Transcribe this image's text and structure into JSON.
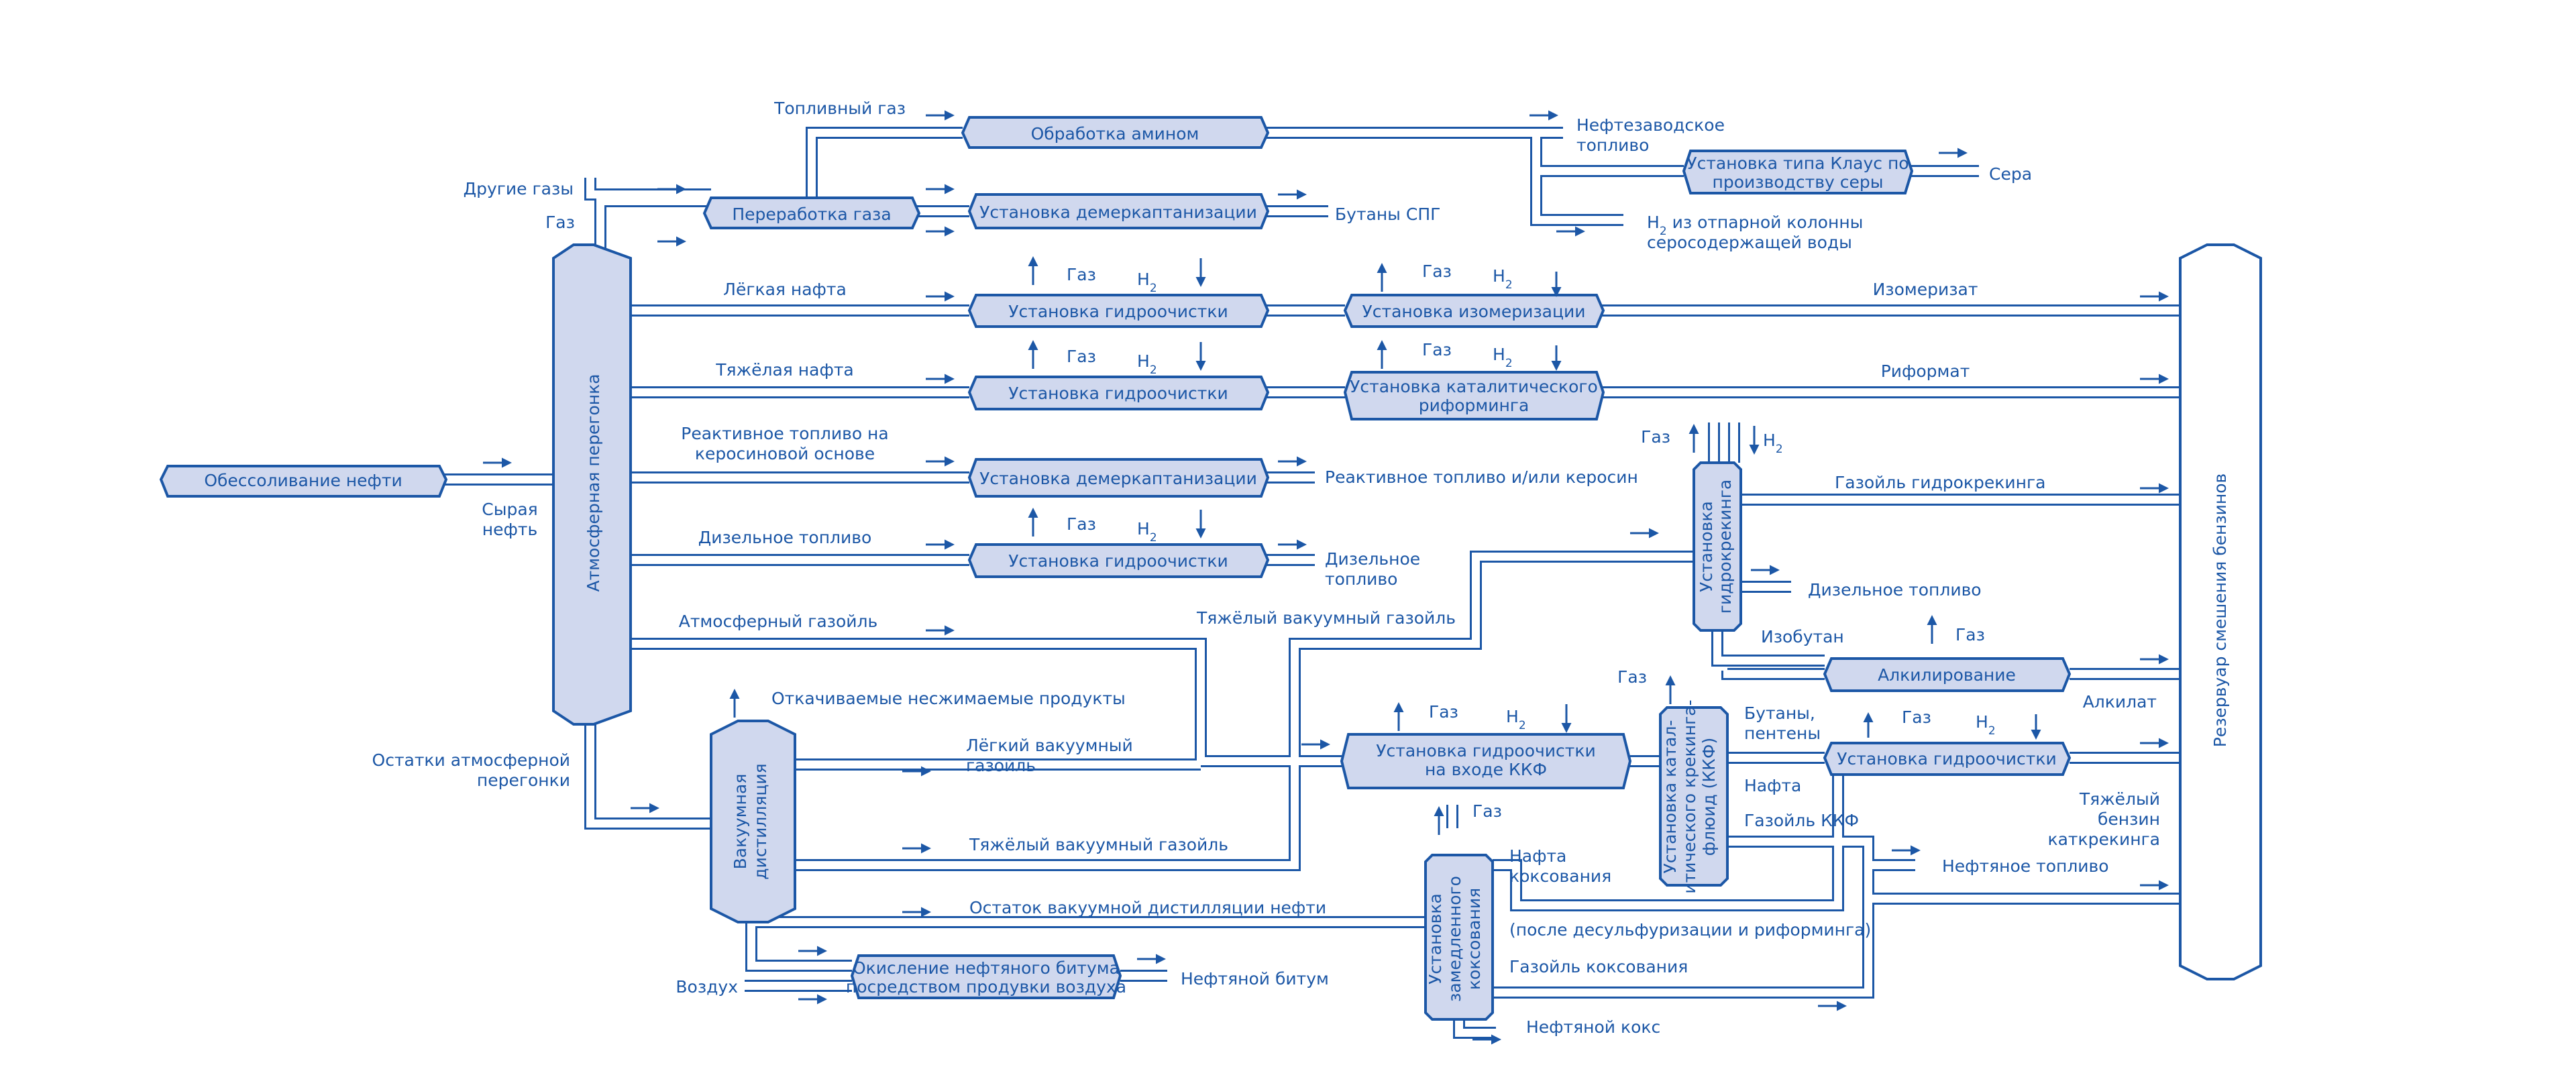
{
  "units": {
    "desalting": "Обессоливание нефти",
    "atm_dist": "Атмосферная перегонка",
    "gas_proc": "Переработка газа",
    "amine": "Обработка амином",
    "claus_1": "Установка типа Клаус по",
    "claus_2": "производству серы",
    "demerc_1": "Установка демеркаптанизации",
    "hydro_1": "Установка гидроочистки",
    "hydro_2": "Установка гидроочистки",
    "isom": "Установка изомеризации",
    "reform_1": "Установка каталитического",
    "reform_2": "риформинга",
    "demerc_2": "Установка демеркаптанизации",
    "hydro_3": "Установка гидроочистки",
    "vac_1": "Вакуумная",
    "vac_2": "дистилляция",
    "bitumen_1": "Окисление нефтяного битума",
    "bitumen_2": "посредством продувки воздуха",
    "hydro_fcc_1": "Установка гидроочистки",
    "hydro_fcc_2": "на входе ККФ",
    "coker_1": "Установка",
    "coker_2": "замедленного",
    "coker_3": "коксования",
    "fcc_1": "Установка катал-",
    "fcc_2": "итического крекинга-",
    "fcc_3": "флюид (ККФ)",
    "hydrocrack_1": "Установка",
    "hydrocrack_2": "гидрокрекинга",
    "alkyl": "Алкилирование",
    "hydro_4": "Установка гидроочистки",
    "blend_tank": "Резервуар смешения бензинов"
  },
  "labels": {
    "crude_1": "Сырая",
    "crude_2": "нефть",
    "gas_atm": "Газ",
    "other_gases": "Другие газы",
    "fuel_gas": "Топливный газ",
    "refinery_fuel_1": "Нефтезаводское",
    "refinery_fuel_2": "топливо",
    "sulfur": "Сера",
    "lpg": "Бутаны СПГ",
    "h2s_1_pre": "H",
    "h2s_1_sub": "2",
    "h2s_1_post": " из отпарной колонны",
    "h2s_2": "серосодержащей воды",
    "light_naphtha": "Лёгкая нафта",
    "heavy_naphtha": "Тяжёлая нафта",
    "jet_1": "Реактивное топливо на",
    "jet_2": "керосиновой основе",
    "diesel": "Дизельное топливо",
    "atm_gasoil": "Атмосферный газойль",
    "atm_resid_1": "Остатки атмосферной",
    "atm_resid_2": "перегонки",
    "gas_1": "Газ",
    "gas_2": "Газ",
    "gas_3": "Газ",
    "gas_4": "Газ",
    "gas_5": "Газ",
    "gas_6": "Газ",
    "gas_7": "Газ",
    "gas_8": "Газ",
    "gas_9": "Газ",
    "gas_10": "Газ",
    "gas_11": "Газ",
    "h_main": "H",
    "h_sub": "2",
    "isomerate": "Изомеризат",
    "reformate": "Риформат",
    "jet_prod": "Реактивное топливо и/или керосин",
    "diesel_prod_1": "Дизельное",
    "diesel_prod_2": "топливо",
    "heavy_vgo_top": "Тяжёлый вакуумный газойль",
    "hc_gasoil": "Газойль гидрокрекинга",
    "hc_diesel": "Дизельное топливо",
    "isobutane": "Изобутан",
    "noncond": "Откачиваемые несжимаемые продукты",
    "light_vgo_1": "Лёгкий вакуумный",
    "light_vgo_2": "газойль",
    "heavy_vgo": "Тяжёлый вакуумный газойль",
    "vac_resid": "Остаток вакуумной дистилляции нефти",
    "air": "Воздух",
    "asphalt": "Нефтяной битум",
    "alkylate": "Алкилат",
    "butenes_1": "Бутаны,",
    "butenes_2": "пентены",
    "fcc_naphtha": "Нафта",
    "fcc_gasoil": "Газойль ККФ",
    "heavy_fcc_1": "Тяжёлый",
    "heavy_fcc_2": "бензин",
    "heavy_fcc_3": "каткрекинга",
    "fuel_oil": "Нефтяное топливо",
    "coker_naphtha_1": "Нафта",
    "coker_naphtha_2": "коксования",
    "after_desulf": "(после десульфуризации и риформинга)",
    "coker_gasoil": "Газойль коксования",
    "pet_coke": "Нефтяной кокс"
  },
  "colors": {
    "line": "#1c57a6",
    "unit_fill": "#d0d8ee",
    "background": "#ffffff"
  }
}
